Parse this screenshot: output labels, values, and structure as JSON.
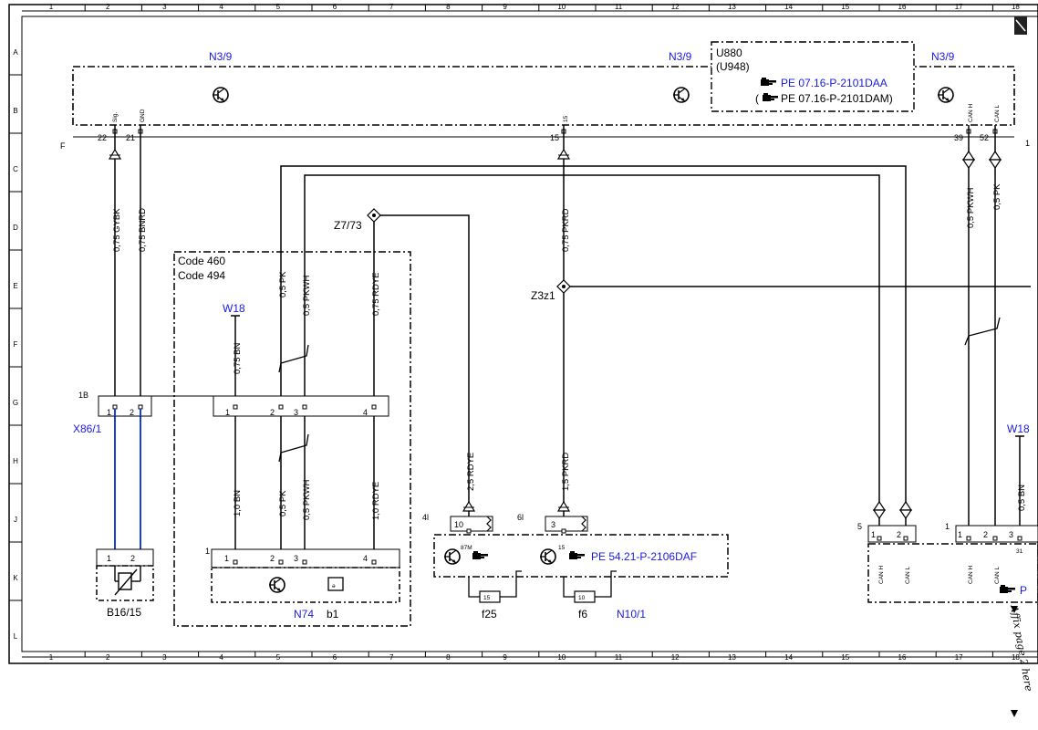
{
  "grid": {
    "columns": [
      "1",
      "2",
      "3",
      "4",
      "5",
      "6",
      "7",
      "8",
      "9",
      "10",
      "11",
      "12",
      "13",
      "14",
      "15",
      "16",
      "17",
      "18"
    ],
    "rows": [
      "A",
      "B",
      "C",
      "D",
      "E",
      "F",
      "G",
      "H",
      "J",
      "K",
      "L"
    ]
  },
  "components": {
    "n39_left": "N3/9",
    "n39_mid": "N3/9",
    "n39_right": "N3/9",
    "u880": "U880",
    "u948": "(U948)",
    "x86_1": "X86/1",
    "b16_15": "B16/15",
    "w18_left": "W18",
    "w18_right": "W18",
    "n74": "N74",
    "b1": "b1",
    "n10_1": "N10/1",
    "f25": "f25",
    "f6": "f6",
    "z7_73": "Z7/73",
    "z3z1": "Z3z1"
  },
  "codes": {
    "code460": "Code 460",
    "code494": "Code 494"
  },
  "refs": {
    "pe_daa": "PE 07.16-P-2101DAA",
    "pe_dam": "PE 07.16-P-2101DAM)",
    "pe_daf": "PE 54.21-P-2106DAF",
    "pe_cut": "P",
    "paren_open": "("
  },
  "wires": {
    "w_gybk": "0,75 GYBK",
    "w_bnrd": "0,75 BNRD",
    "w_pk_top": "0,5 PK",
    "w_pkwh_top": "0,5 PKWH",
    "w_rdye_top": "0,75 RDYE",
    "w_pkrd_top": "0,75 PKRD",
    "w_bn_top": "0,75 BN",
    "w_bn_bot": "1,0 BN",
    "w_pk_bot": "0,5 PK",
    "w_pkwh_bot": "0,5 PKWH",
    "w_rdye_bot": "1,0 RDYE",
    "w_rdye_25": "2,5 RDYE",
    "w_pkrd_15": "1,5 PKRD",
    "w_pkwh_right": "0,5 PKWH",
    "w_pk_right": "0,5 PK",
    "w_bn_right": "0,5 BN"
  },
  "pins": {
    "p22": "22",
    "p21": "21",
    "p15": "15",
    "p39": "39",
    "p52": "52",
    "sig": "Sig.",
    "gnd": "GND",
    "pin15_lbl": "15",
    "canh_top": "CAN H",
    "canl_top": "CAN L",
    "F": "F",
    "one_right": "1",
    "oneB": "1B",
    "g1": "1",
    "g2": "2",
    "g3": "2",
    "g4": "3",
    "g5": "4",
    "g1b": "1",
    "g2b": "2",
    "k1": "1",
    "k2": "2",
    "k3": "2",
    "k4": "3",
    "k5": "4",
    "k_pre": "1",
    "r10": "10",
    "r3": "3",
    "r87m": "87M",
    "r15": "15",
    "r4l": "4l",
    "r6l": "6l",
    "fuse15": "15",
    "fuse10": "10",
    "rc5": "5",
    "rc1a": "1",
    "rc2a": "2",
    "rc1b": "1",
    "rc1c": "1",
    "rc2c": "2",
    "rc3c": "3",
    "rc31": "31",
    "canh_a": "CAN H",
    "canl_a": "CAN L",
    "canh_b": "CAN H",
    "canl_b": "CAN L"
  },
  "affix": "Affix page 2 here",
  "icons": [
    "transistor-icon",
    "reference-hand-icon",
    "thermistor-icon",
    "fuse-icon",
    "relay-coil-icon"
  ]
}
